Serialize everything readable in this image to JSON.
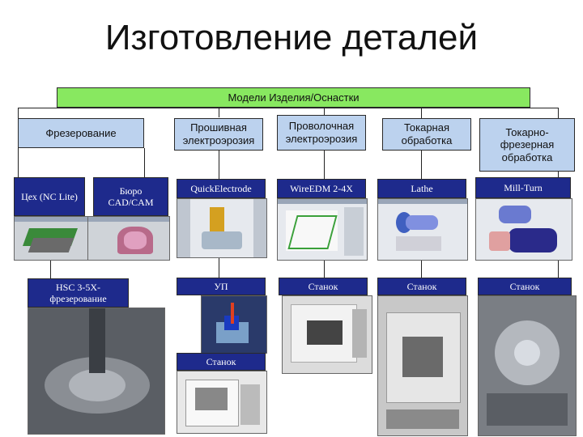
{
  "title": "Изготовление деталей",
  "root": {
    "label": "Модели Изделия/Оснастки"
  },
  "categories": {
    "milling": "Фрезерование",
    "sinker_edm": "Прошивная электроэрозия",
    "wire_edm": "Проволочная электроэрозия",
    "turning": "Токарная обработка",
    "mill_turn": "Токарно-фрезерная обработка"
  },
  "software": {
    "shop": "Цех (NC Lite)",
    "bureau": "Бюро CAD/CAM",
    "quickelectrode": "QuickElectrode",
    "wireedm": "WireEDM 2-4X",
    "lathe": "Lathe",
    "millturn": "Mill-Turn"
  },
  "machines": {
    "hsc": "HSC 3-5X-фрезерование",
    "up": "УП",
    "edm_machine": "Станок",
    "wire_machine": "Станок",
    "lathe_machine": "Станок",
    "millturn_machine": "Станок"
  },
  "colors": {
    "green": "#88e860",
    "blue": "#bcd2ee",
    "navy": "#1e2a8c"
  }
}
